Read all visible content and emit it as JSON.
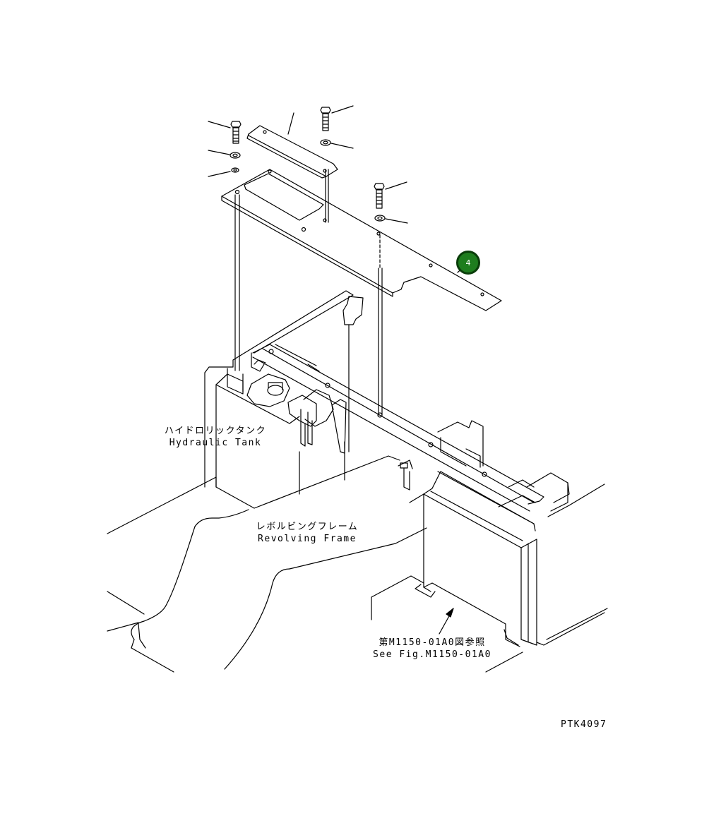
{
  "callouts": [
    {
      "number": "4",
      "color": "#1e7d1e"
    }
  ],
  "labels": {
    "hydraulic_tank_jp": "ハイドロリックタンク",
    "hydraulic_tank_en": "Hydraulic Tank",
    "revolving_frame_jp": "レボルビングフレーム",
    "revolving_frame_en": "Revolving Frame",
    "see_fig_jp": "第M1150-01A0図参照",
    "see_fig_en": "See Fig.M1150-01A0"
  },
  "drawing_code": "PTK4097"
}
